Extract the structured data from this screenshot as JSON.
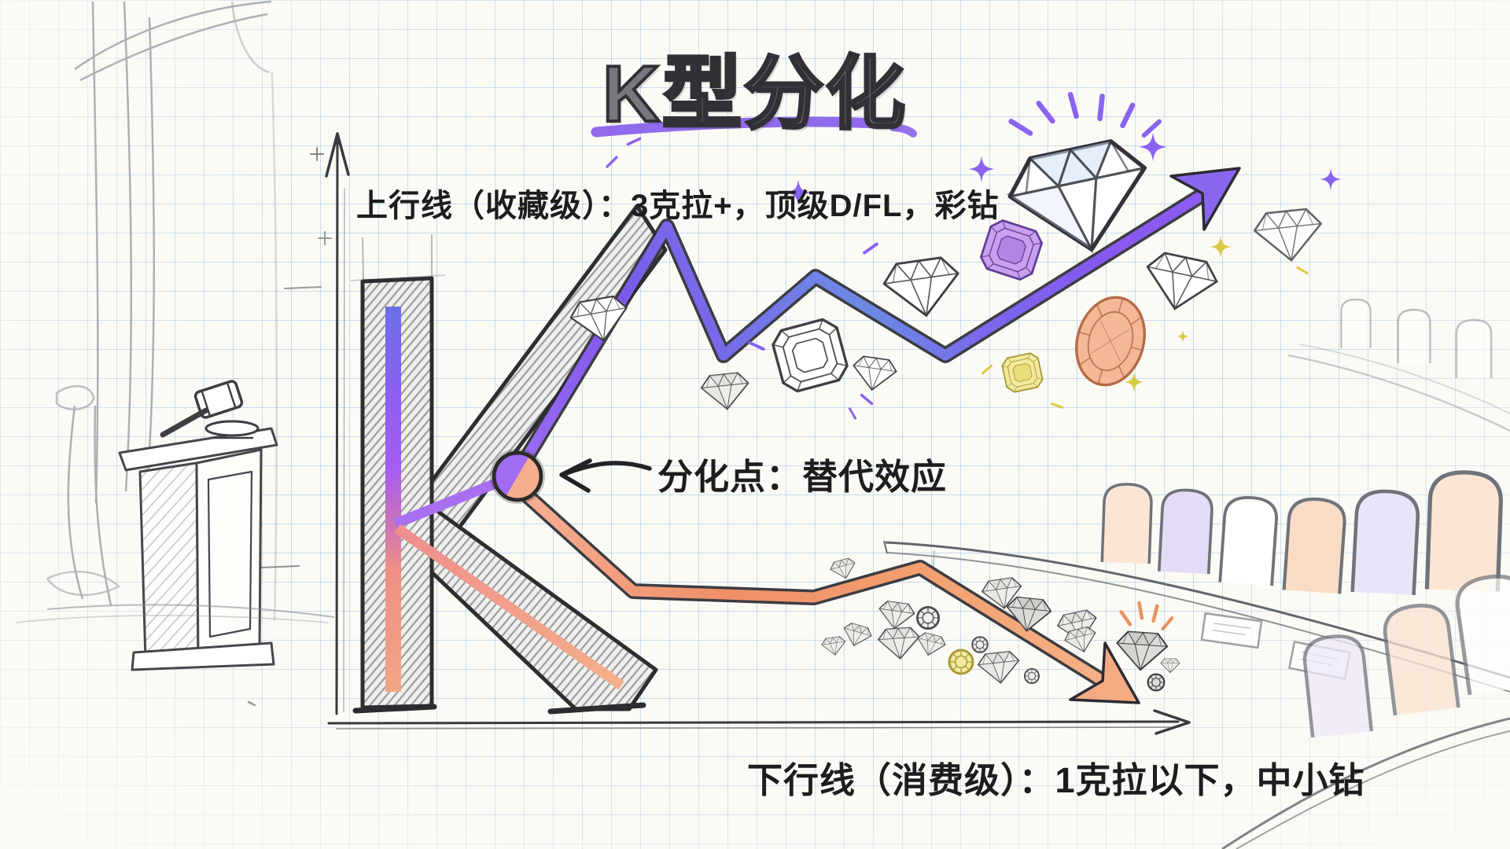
{
  "title": "K型分化",
  "labels": {
    "up_line": "上行线（收藏级）：3克拉+，顶级D/FL，彩钻",
    "divergence_point": "分化点：替代效应",
    "down_line": "下行线（消费级）：1克拉以下，中小钻"
  },
  "diagram": {
    "type": "k-shaped-divergence-sketch",
    "up_line": {
      "grade": "收藏级",
      "criteria": "3克拉+，顶级D/FL，彩钻",
      "trend": "up"
    },
    "down_line": {
      "grade": "消费级",
      "criteria": "1克拉以下，中小钻",
      "trend": "down"
    },
    "divergence_point": {
      "cause": "替代效应"
    }
  },
  "scene_icons": {
    "left": [
      "stage-curtain",
      "auction-podium",
      "gavel",
      "sound-block"
    ],
    "right": [
      "audience-bench-rows",
      "chairs",
      "documents"
    ],
    "up_line_decor": [
      "large-brilliant-diamond",
      "purple-emerald-gem",
      "white-diamonds",
      "orange-oval-gem",
      "yellow-cushion-gem",
      "purple-sparkles"
    ],
    "down_line_decor": [
      "small-gray-diamonds",
      "round-gems",
      "yellow-round-gem",
      "orange-sparkles"
    ]
  },
  "colors": {
    "paper": "#fbfaf5",
    "grid_line": "#bcd4e8",
    "pencil_dark": "#35353b",
    "pencil_light": "#9fa4aa",
    "title_fill": "#77777d",
    "title_underline": "#8b63ea",
    "up_line_purple": "#8055ea",
    "up_line_blue": "#6b8ae4",
    "down_line_orange": "#f2a078",
    "divergence_purple": "#a06cf2",
    "divergence_peach": "#f6ad8e",
    "gem_purple": "#c9a0ee",
    "gem_orange": "#f4b897",
    "gem_yellow": "#f2ea9e",
    "sparkle_purple": "#8a63ee",
    "sparkle_yellow": "#d9ca42"
  }
}
